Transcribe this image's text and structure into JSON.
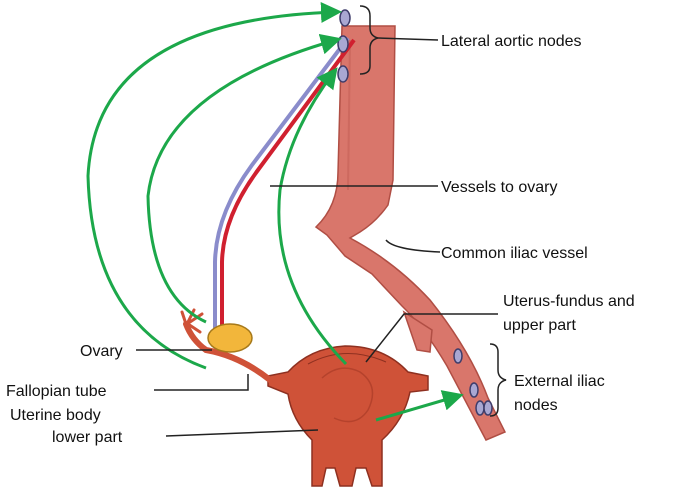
{
  "colors": {
    "vessel_fill": "#d9766b",
    "vessel_stroke": "#b04e44",
    "uterus_fill": "#cf5238",
    "uterus_stroke": "#8e3020",
    "node_fill": "#a9a7d2",
    "node_stroke": "#3e3c6a",
    "ovary_fill": "#f2b63b",
    "ovary_stroke": "#a6791a",
    "arrow": "#1ca84a",
    "artery": "#d0202f",
    "vein": "#8a8ccb",
    "leader": "#222222"
  },
  "labels": {
    "lateral_aortic_nodes": "Lateral aortic nodes",
    "vessels_to_ovary": "Vessels to ovary",
    "common_iliac_vessel": "Common iliac vessel",
    "uterus_fundus_line1": "Uterus-fundus and",
    "uterus_fundus_line2": "upper part",
    "ovary": "Ovary",
    "fallopian_tube": "Fallopian tube",
    "uterine_body_line1": "Uterine body",
    "uterine_body_line2": "lower part",
    "external_iliac_line1": "External iliac",
    "external_iliac_line2": "nodes"
  }
}
